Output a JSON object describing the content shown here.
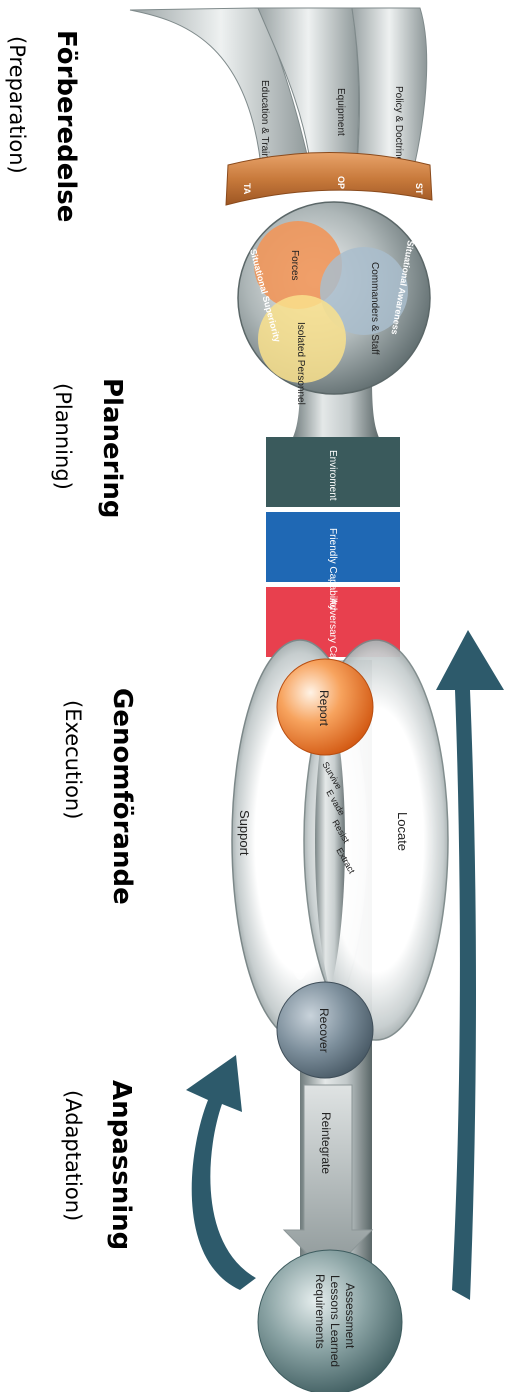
{
  "phases": [
    {
      "title": "Förberedelse",
      "subtitle": "(Preparation)"
    },
    {
      "title": "Planering",
      "subtitle": "(Planning)"
    },
    {
      "title": "Genomförande",
      "subtitle": "(Execution)"
    },
    {
      "title": "Anpassning",
      "subtitle": "(Adaptation)"
    }
  ],
  "preparation": {
    "funnels": [
      "Education & Training",
      "Equipment",
      "Policy & Doctrine"
    ],
    "ring_labels": [
      "TA",
      "OP",
      "ST"
    ],
    "circles": [
      "Forces",
      "Commanders & Staff",
      "Isolated Personnel"
    ],
    "arc_labels": [
      "Situational Superiority",
      "Situational Awareness"
    ]
  },
  "planning": {
    "blocks": [
      {
        "label": "Enviroment",
        "color": "#3a5a5c"
      },
      {
        "label": "Friendly Capability",
        "color": "#1f68b4"
      },
      {
        "label": "Adversary Capability",
        "color": "#e8404e"
      }
    ]
  },
  "execution": {
    "report": "Report",
    "locate": "Locate",
    "support": "Support",
    "sere": [
      "Survive",
      "E vade",
      "Resist",
      "Extract"
    ],
    "recover": "Recover"
  },
  "adaptation": {
    "reintegrate": "Reintegrate",
    "assessment": [
      "Assessment",
      "Lessons Learned",
      "Requirements"
    ]
  },
  "colors": {
    "arrow": "#2d5a6b",
    "ring": "#c87a3c",
    "report": "#f07a2a",
    "recover": "#6e8290",
    "forces": "#f0965a",
    "commanders": "#a9bdcc",
    "isolated": "#f9e08c"
  }
}
